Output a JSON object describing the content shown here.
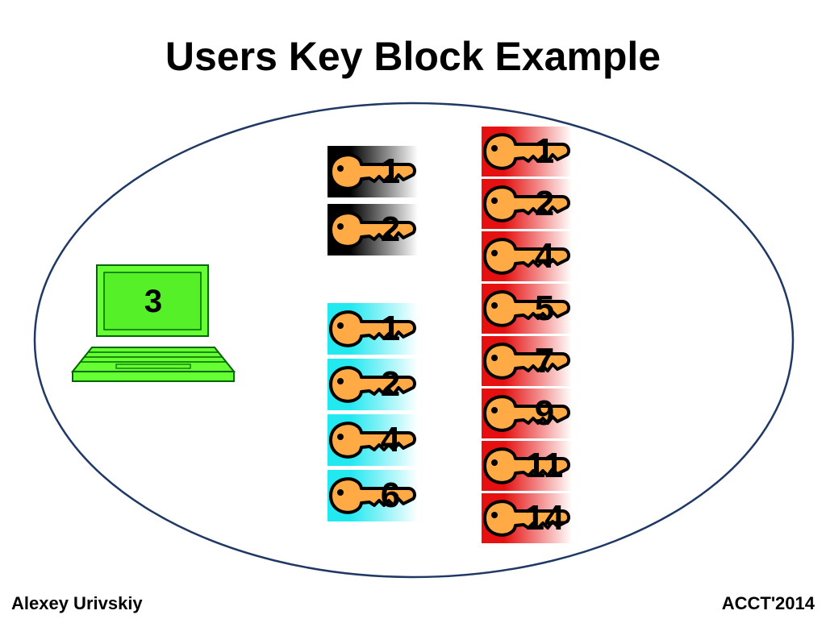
{
  "title": "Users Key Block Example",
  "footer": {
    "author": "Alexey Urivskiy",
    "conference": "ACCT'2014"
  },
  "user": {
    "label": "3",
    "icon": "laptop-icon"
  },
  "colors": {
    "ellipse_stroke": "#1f3864",
    "laptop_fill": "#66ff33",
    "laptop_stroke": "#006600",
    "key_fill": "#ffaa44",
    "key_stroke": "#000000",
    "block_black": "#000000",
    "block_cyan": "#22e8f0",
    "block_red": "#e61010"
  },
  "key_blocks": [
    {
      "name": "black-block",
      "color": "#000000",
      "keys": [
        "1",
        "2"
      ]
    },
    {
      "name": "cyan-block",
      "color": "#22e8f0",
      "keys": [
        "1",
        "2",
        "4",
        "6"
      ]
    },
    {
      "name": "red-block",
      "color": "#e61010",
      "keys": [
        "1",
        "2",
        "4",
        "5",
        "7",
        "9",
        "11",
        "14"
      ]
    }
  ]
}
